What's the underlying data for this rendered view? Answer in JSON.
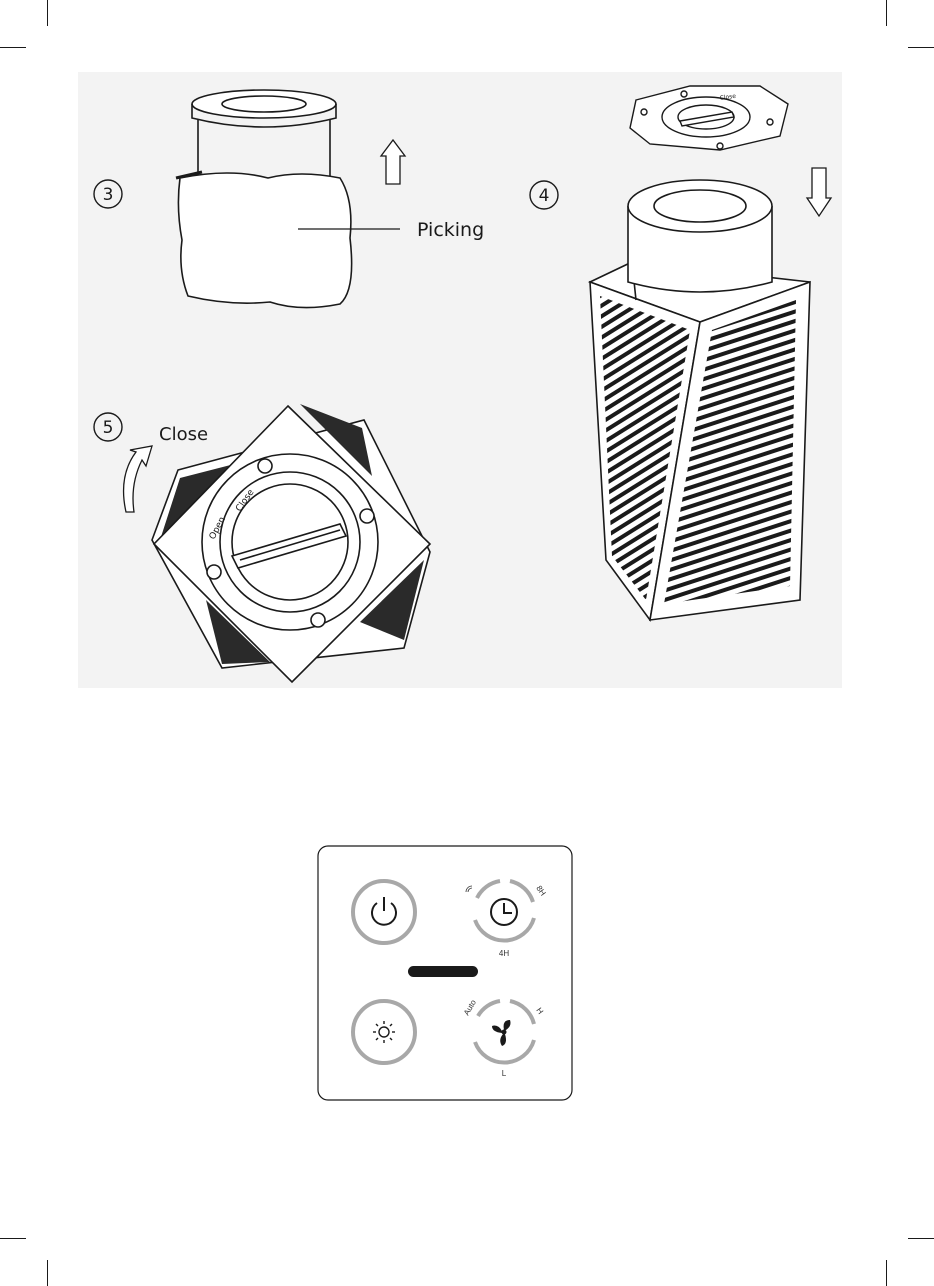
{
  "steps": {
    "step3": {
      "number": "3",
      "callout": "Picking"
    },
    "step4": {
      "number": "4"
    },
    "step5": {
      "number": "5",
      "label": "Close"
    }
  },
  "lid_text": {
    "open": "Open",
    "close": "Close"
  },
  "control_panel": {
    "timer_labels": {
      "top": "8H",
      "bottom": "4H"
    },
    "fan_labels": {
      "left": "Auto",
      "right": "H",
      "bottom": "L"
    }
  },
  "colors": {
    "ring_gray": "#a8a8a8",
    "line": "#1a1a1a",
    "fill_dark": "#2a2a2a",
    "background_tint": "#f3f3f3"
  }
}
